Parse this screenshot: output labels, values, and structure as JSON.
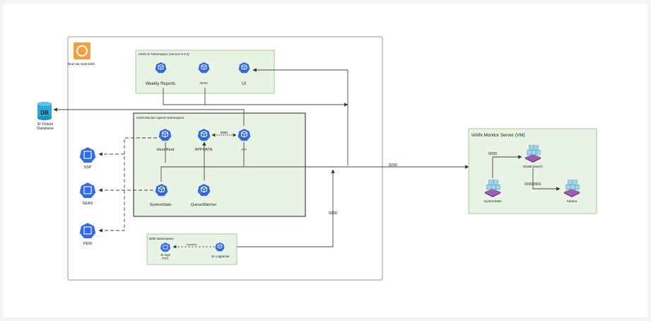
{
  "openshift": {
    "label": "Red Hat OpenShift"
  },
  "ui_namespace": {
    "title": "IANN UI Namespace (version 6.3.3)",
    "pods": [
      {
        "label": "Weekly Reports",
        "tag": "pod"
      },
      {
        "label": "Alerts",
        "tag": "pod"
      },
      {
        "label": "UI",
        "tag": "pod"
      }
    ]
  },
  "agents_namespace": {
    "title": "IANN Monitor Agents Namespace",
    "pods": [
      {
        "label": "HeartBeat",
        "tag": "pod"
      },
      {
        "label": "APPDATA",
        "tag": "pod"
      },
      {
        "label": "API",
        "tag": "pod"
      },
      {
        "label": "SystemStats",
        "tag": "pod"
      },
      {
        "label": "QueueWatcher",
        "tag": "pod"
      }
    ],
    "port_label": "8080"
  },
  "database": {
    "badge": "DB",
    "label_line1": "SI Oracle",
    "label_line2": "Database"
  },
  "external_nodes": [
    {
      "label": "SSP"
    },
    {
      "label": "SEAS"
    },
    {
      "label": "PEM"
    }
  ],
  "b2bi_namespace": {
    "title": "B2Bi Namespace",
    "pvc_line1": "SI logs",
    "pvc_line2": "PVC",
    "mounted_label": "mounted",
    "logparser_label": "SI Logparser",
    "pod_tag": "pod"
  },
  "monitor_server": {
    "title": "IANN Monitor Server (VM)",
    "nodes": [
      {
        "label": "SystemStats"
      },
      {
        "label": "ElasticSearch"
      },
      {
        "label": "Kibana"
      }
    ],
    "port_9200": "9200",
    "port_9200_5601": "9200/5601"
  },
  "connections": {
    "port_9200_main": "9200",
    "port_9200_vertical": "9200"
  },
  "colors": {
    "pod_blue": "#326ce5",
    "ns_green": "#e8f3e4",
    "cube_blue": "#9fd3e8",
    "stack_purple": "#9c5bb5"
  }
}
